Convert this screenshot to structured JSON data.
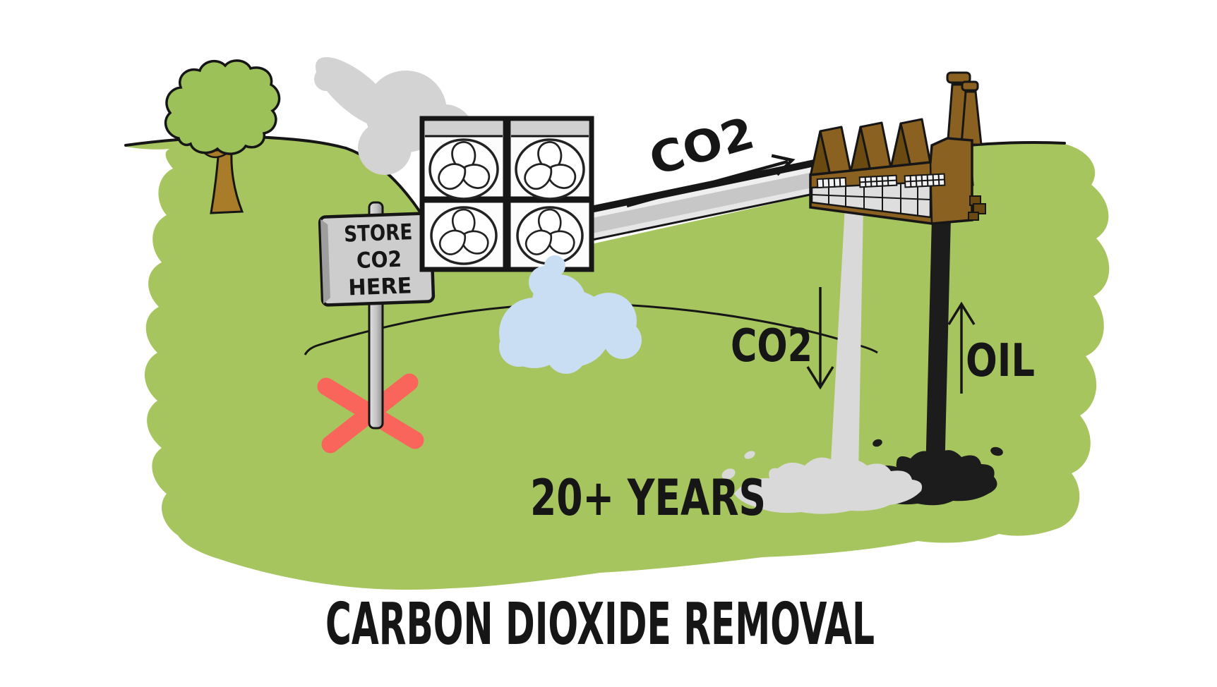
{
  "illustration": {
    "title": "CARBON DIOXIDE REMOVAL",
    "sign": {
      "line1": "STORE",
      "line2": "CO2",
      "line3": "HERE"
    },
    "labels": {
      "pipe_flow": "CO2",
      "injection": "CO2",
      "oil": "OIL",
      "duration": "20+ YEARS"
    },
    "colors": {
      "grass": "#a7c55e",
      "canopy": "#9cc158",
      "trunk": "#a87c28",
      "cloud": "#d3d3d3",
      "air": "#c9ddf3",
      "factory": "#8a6120",
      "factory_dark": "#6b4a12",
      "window": "#dedede",
      "pipe": "#c7c7c7",
      "co2_stream": "#d9d9d9",
      "oil_black": "#1c1c1c",
      "sign": "#cdcdcd",
      "post_gray": "#b9b9b9",
      "cross": "#f9655b",
      "ink": "#161616"
    }
  }
}
